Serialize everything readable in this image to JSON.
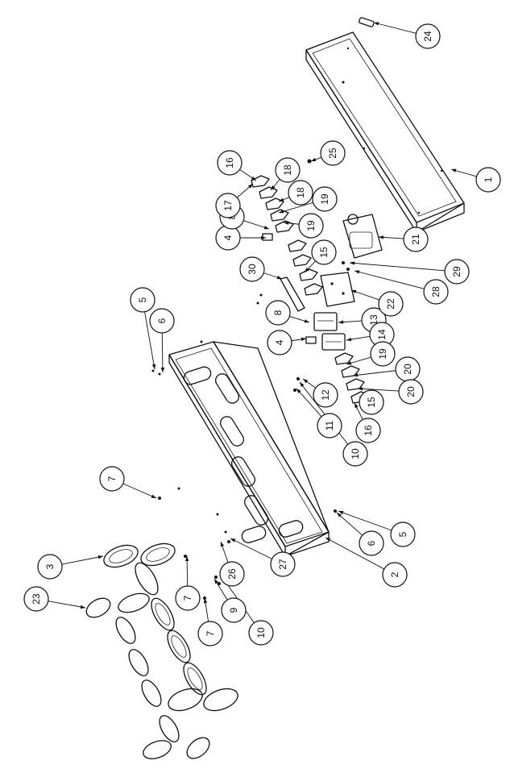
{
  "diagram": {
    "balloons": [
      {
        "id": "b1",
        "label": "1"
      },
      {
        "id": "b2",
        "label": "2"
      },
      {
        "id": "b3",
        "label": "3"
      },
      {
        "id": "b4a",
        "label": "4"
      },
      {
        "id": "b4b",
        "label": "4"
      },
      {
        "id": "b5a",
        "label": "5"
      },
      {
        "id": "b5b",
        "label": "5"
      },
      {
        "id": "b6a",
        "label": "6"
      },
      {
        "id": "b6b",
        "label": "6"
      },
      {
        "id": "b7a",
        "label": "7"
      },
      {
        "id": "b7b",
        "label": "7"
      },
      {
        "id": "b7c",
        "label": "7"
      },
      {
        "id": "b8a",
        "label": "8"
      },
      {
        "id": "b8b",
        "label": "8"
      },
      {
        "id": "b9",
        "label": "9"
      },
      {
        "id": "b10a",
        "label": "10"
      },
      {
        "id": "b10b",
        "label": "10"
      },
      {
        "id": "b11",
        "label": "11"
      },
      {
        "id": "b12",
        "label": "12"
      },
      {
        "id": "b13",
        "label": "13"
      },
      {
        "id": "b14",
        "label": "14"
      },
      {
        "id": "b15a",
        "label": "15"
      },
      {
        "id": "b15b",
        "label": "15"
      },
      {
        "id": "b16a",
        "label": "16"
      },
      {
        "id": "b16b",
        "label": "16"
      },
      {
        "id": "b17",
        "label": "17"
      },
      {
        "id": "b18a",
        "label": "18"
      },
      {
        "id": "b18b",
        "label": "18"
      },
      {
        "id": "b19a",
        "label": "19"
      },
      {
        "id": "b19b",
        "label": "19"
      },
      {
        "id": "b19c",
        "label": "19"
      },
      {
        "id": "b20a",
        "label": "20"
      },
      {
        "id": "b20b",
        "label": "20"
      },
      {
        "id": "b21",
        "label": "21"
      },
      {
        "id": "b22",
        "label": "22"
      },
      {
        "id": "b23",
        "label": "23"
      },
      {
        "id": "b24",
        "label": "24"
      },
      {
        "id": "b25",
        "label": "25"
      },
      {
        "id": "b26",
        "label": "26"
      },
      {
        "id": "b27",
        "label": "27"
      },
      {
        "id": "b28",
        "label": "28"
      },
      {
        "id": "b29",
        "label": "29"
      },
      {
        "id": "b30",
        "label": "30"
      }
    ]
  }
}
